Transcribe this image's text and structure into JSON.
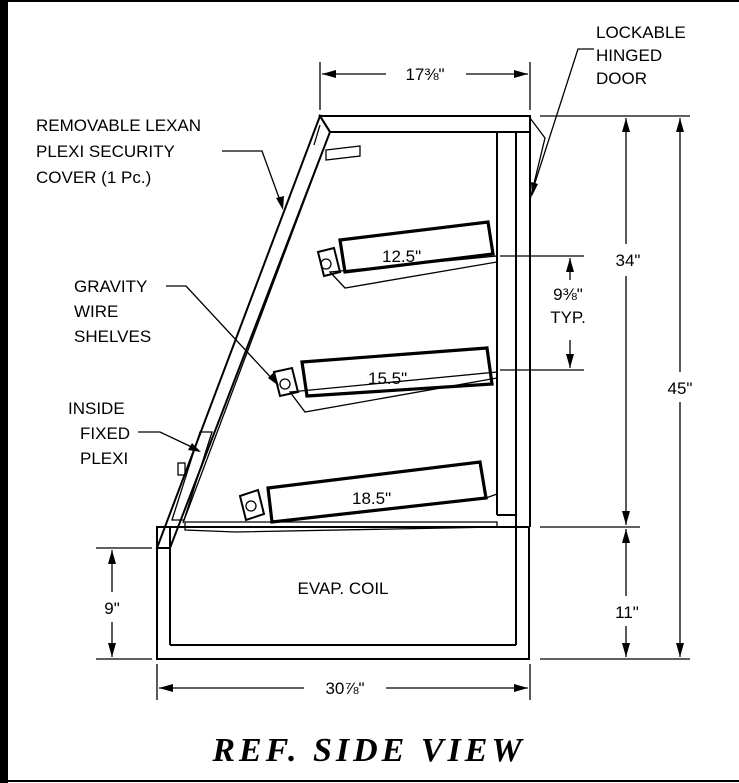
{
  "labels": {
    "door": [
      "LOCKABLE",
      "HINGED",
      "DOOR"
    ],
    "cover": [
      "REMOVABLE LEXAN",
      "PLEXI SECURITY",
      "COVER (1 Pc.)"
    ],
    "shelves": [
      "GRAVITY",
      "WIRE",
      "SHELVES"
    ],
    "inside": [
      "INSIDE",
      "FIXED",
      "PLEXI"
    ],
    "evap": "EVAP. COIL"
  },
  "dimensions": {
    "top_width": "17⅜\"",
    "bottom_width": "30⅞\"",
    "upper_height": "34\"",
    "total_height": "45\"",
    "base_height_left": "9\"",
    "base_height_right": "11\"",
    "shelf_spacing": "9⅜\"",
    "shelf_spacing_note": "TYP.",
    "shelf_top": "12.5\"",
    "shelf_middle": "15.5\"",
    "shelf_bottom": "18.5\""
  },
  "title": "REF. SIDE VIEW"
}
